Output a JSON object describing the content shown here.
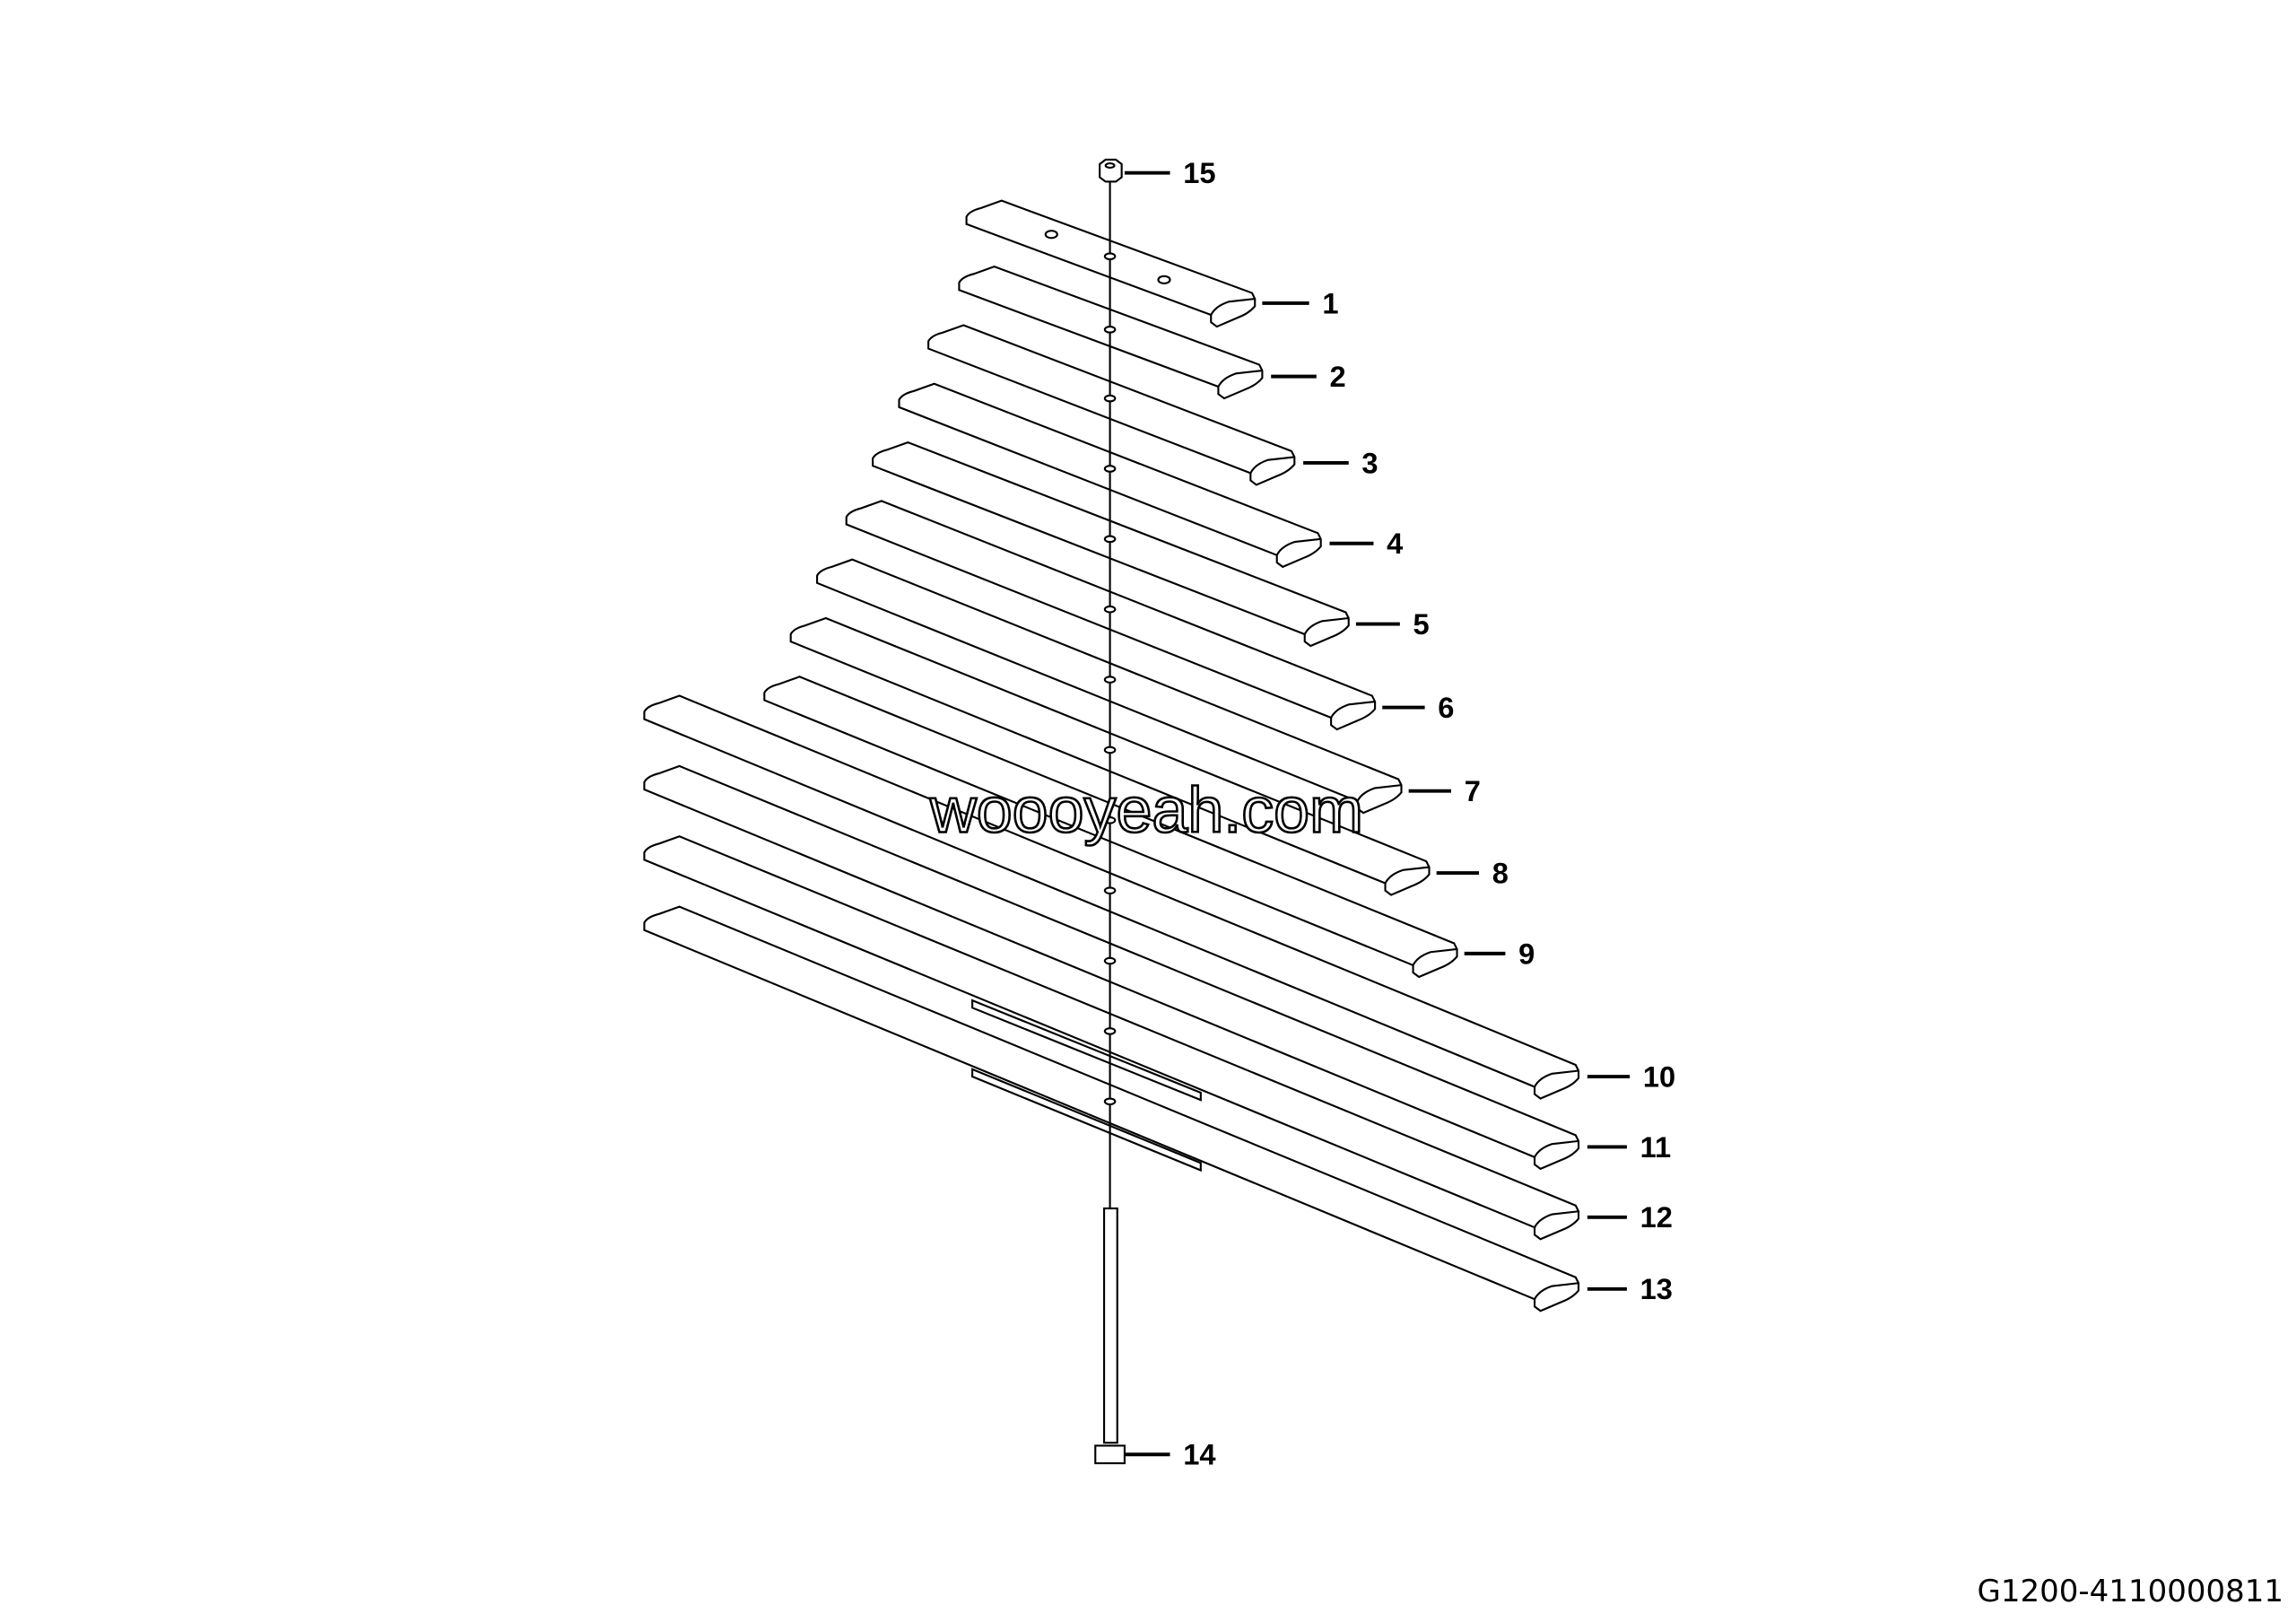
{
  "diagram": {
    "callouts": [
      "1",
      "2",
      "3",
      "4",
      "5",
      "6",
      "7",
      "8",
      "9",
      "10",
      "11",
      "12",
      "13",
      "14",
      "15"
    ],
    "drawing_code": "G1200-4110000811",
    "watermark": "woooyeah.com",
    "line_color": "#000000",
    "background": "#ffffff"
  }
}
